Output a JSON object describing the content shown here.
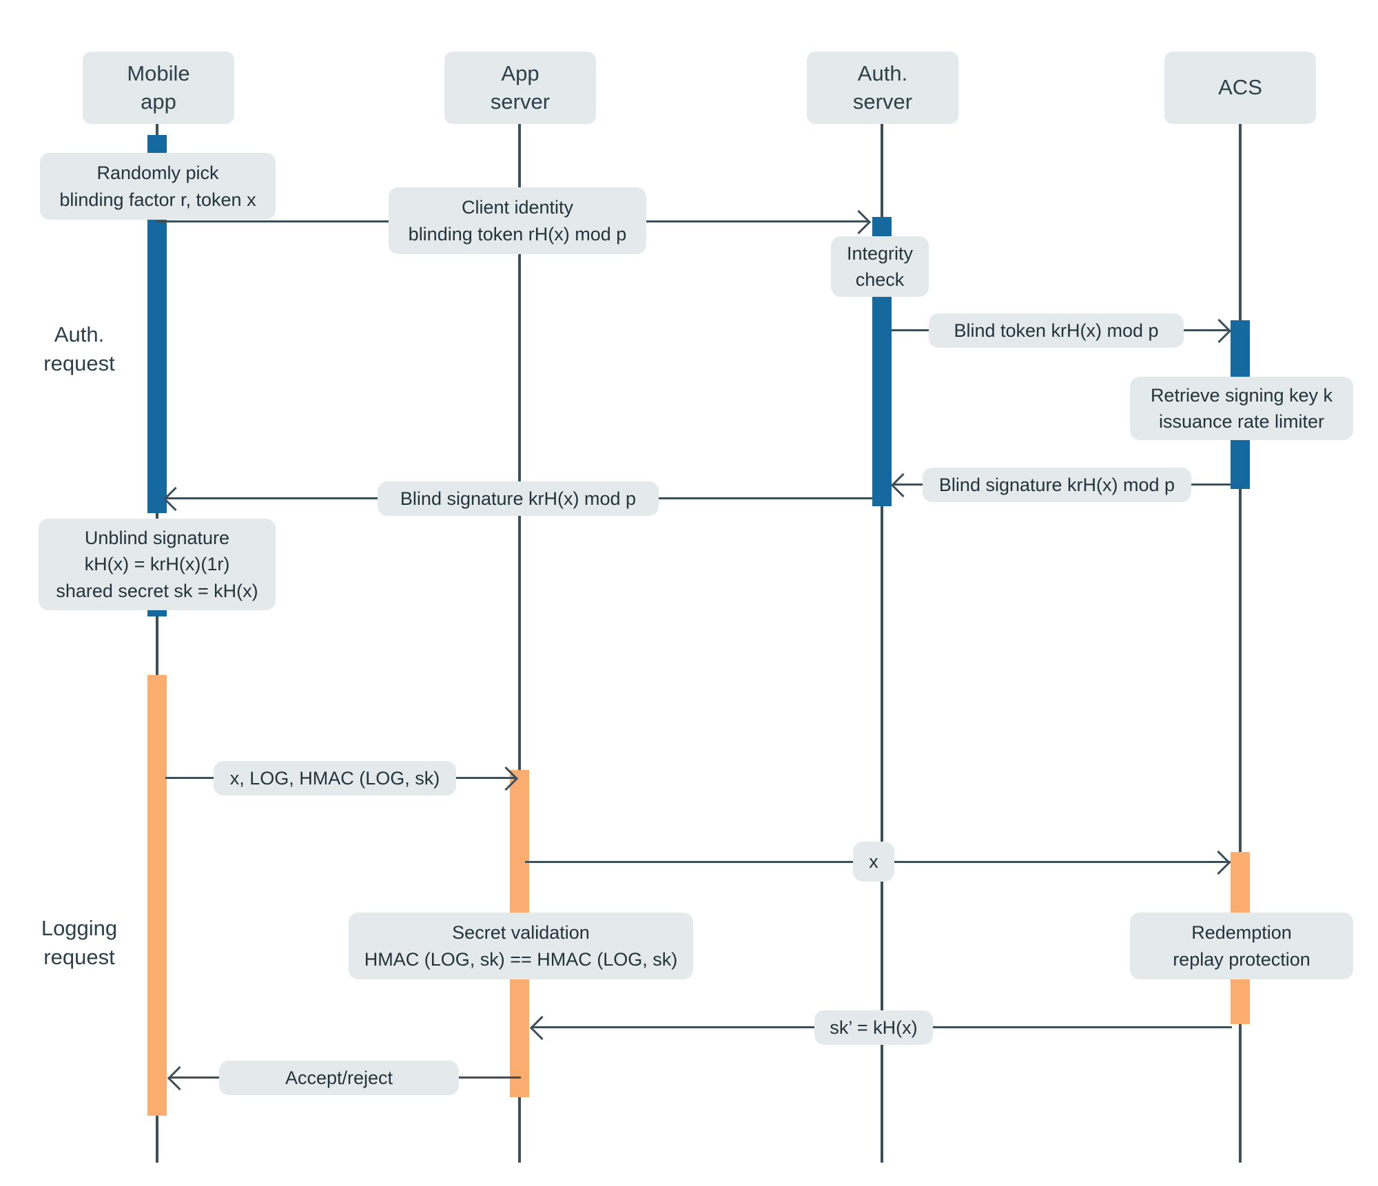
{
  "diagram": {
    "title": "Blind-signature token issuance and redemption sequence",
    "colors": {
      "background": "#ffffff",
      "note_fill": "#e4e9ec",
      "line": "#3d4f58",
      "activation_auth": "#15699e",
      "activation_logging": "#fbad70",
      "text": "#22333c"
    }
  },
  "actors": [
    {
      "id": "mobile-app",
      "line1": "Mobile",
      "line2": "app"
    },
    {
      "id": "app-server",
      "line1": "App",
      "line2": "server"
    },
    {
      "id": "auth-server",
      "line1": "Auth.",
      "line2": "server"
    },
    {
      "id": "acs",
      "line1": "ACS",
      "line2": ""
    }
  ],
  "phases": [
    {
      "id": "auth-request",
      "line1": "Auth.",
      "line2": "request"
    },
    {
      "id": "logging-request",
      "line1": "Logging",
      "line2": "request"
    }
  ],
  "notes": [
    {
      "id": "randomly-pick",
      "lines": [
        "Randomly pick",
        "blinding factor r, token x"
      ]
    },
    {
      "id": "integrity-check",
      "lines": [
        "Integrity",
        "check"
      ]
    },
    {
      "id": "retrieve-signing-key",
      "lines": [
        "Retrieve signing key k",
        "issuance rate limiter"
      ]
    },
    {
      "id": "unblind-signature",
      "lines": [
        "Unblind signature",
        "kH(x) = krH(x)(1r)",
        "shared secret sk = kH(x)"
      ]
    },
    {
      "id": "secret-validation",
      "lines": [
        "Secret validation",
        "HMAC (LOG, sk) == HMAC (LOG, sk)"
      ]
    },
    {
      "id": "redemption-replay-protection",
      "lines": [
        "Redemption",
        "replay protection"
      ]
    }
  ],
  "messages": [
    {
      "id": "client-identity",
      "from": "mobile-app",
      "to": "auth-server",
      "direction": "right",
      "lines": [
        "Client identity",
        "blinding token rH(x) mod p"
      ]
    },
    {
      "id": "blind-token",
      "from": "auth-server",
      "to": "acs",
      "direction": "right",
      "lines": [
        "Blind token krH(x) mod p"
      ]
    },
    {
      "id": "blind-signature-acs",
      "from": "acs",
      "to": "auth-server",
      "direction": "left",
      "lines": [
        "Blind signature krH(x) mod p"
      ]
    },
    {
      "id": "blind-signature-app",
      "from": "auth-server",
      "to": "mobile-app",
      "direction": "left",
      "lines": [
        "Blind signature krH(x) mod p"
      ]
    },
    {
      "id": "log-hmac",
      "from": "mobile-app",
      "to": "app-server",
      "direction": "right",
      "lines": [
        "x, LOG, HMAC (LOG, sk)"
      ]
    },
    {
      "id": "x-token",
      "from": "app-server",
      "to": "acs",
      "direction": "right",
      "lines": [
        "x"
      ]
    },
    {
      "id": "sk-prime",
      "from": "acs",
      "to": "app-server",
      "direction": "left",
      "lines": [
        "sk’ = kH(x)"
      ]
    },
    {
      "id": "accept-reject",
      "from": "app-server",
      "to": "mobile-app",
      "direction": "left",
      "lines": [
        "Accept/reject"
      ]
    }
  ]
}
